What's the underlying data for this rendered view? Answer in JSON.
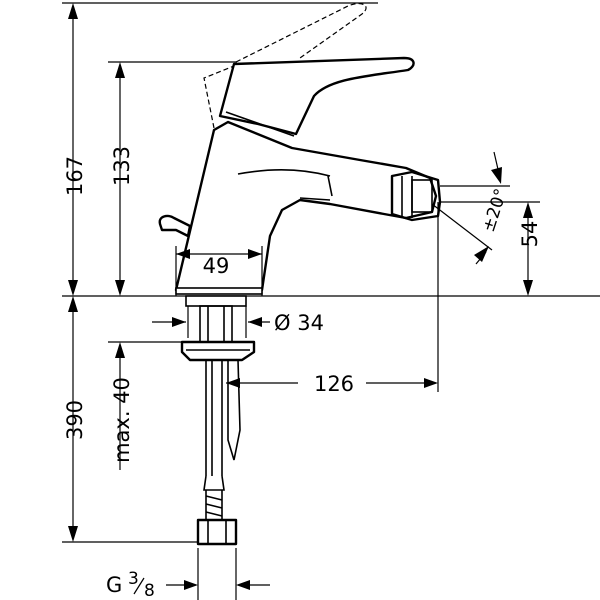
{
  "dimensions": {
    "total_height": "167",
    "spout_height": "133",
    "base_width": "49",
    "base_diameter": "Ø 34",
    "spout_reach": "126",
    "outlet_height": "54",
    "swivel_angle": "±20°",
    "max_thickness": "max. 40",
    "hose_length": "390",
    "connection_thread_main": "G",
    "connection_thread_frac_num": "3",
    "connection_thread_frac_den": "8"
  }
}
